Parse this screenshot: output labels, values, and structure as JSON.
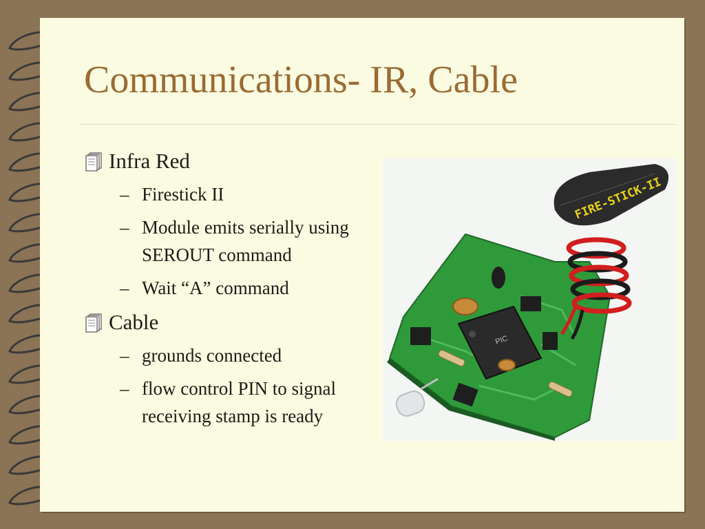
{
  "slide": {
    "title": "Communications-  IR, Cable",
    "bullets": [
      {
        "label": "Infra Red",
        "sub": [
          "Firestick II",
          "Module emits serially using SEROUT command",
          "Wait “A” command"
        ]
      },
      {
        "label": "Cable",
        "sub": [
          "grounds connected",
          "flow control PIN to signal receiving stamp is ready"
        ]
      }
    ],
    "sub_marker": "–",
    "bullet_icon": "notebook-icon",
    "photo": {
      "label_text": "FIRE-STICK-II",
      "colors": {
        "board": "#2f9a3a",
        "cap": "#2b2b2b",
        "label": "#e8d21a",
        "wire_red": "#d21e1e"
      }
    }
  },
  "colors": {
    "background": "#8b7355",
    "page": "#fbfbe2",
    "title": "#9a6b33",
    "text": "#1d1b16"
  }
}
